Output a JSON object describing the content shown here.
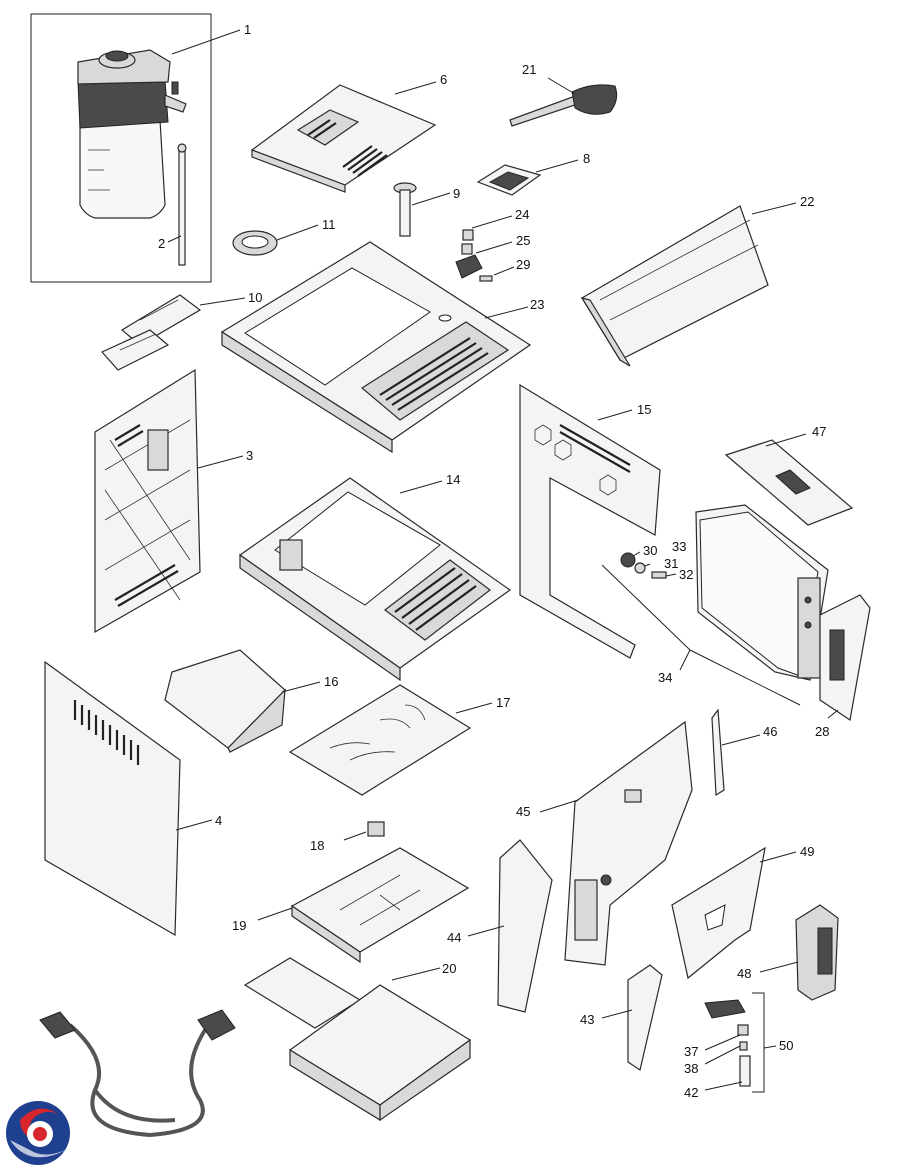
{
  "colors": {
    "line": "#2a2a2a",
    "part_fill": "#f4f4f4",
    "shade": "#d9d9d9",
    "dark": "#4a4a4a",
    "logo_blue": "#1f3f8f",
    "logo_red": "#d9262c"
  },
  "callouts": {
    "p1": "1",
    "p2": "2",
    "p3": "3",
    "p4": "4",
    "p6": "6",
    "p8": "8",
    "p9": "9",
    "p10": "10",
    "p11": "11",
    "p14": "14",
    "p15": "15",
    "p16": "16",
    "p17": "17",
    "p18": "18",
    "p19": "19",
    "p20": "20",
    "p21": "21",
    "p22": "22",
    "p23": "23",
    "p24": "24",
    "p25": "25",
    "p28": "28",
    "p29": "29",
    "p30": "30",
    "p31": "31",
    "p32": "32",
    "p33": "33",
    "p34": "34",
    "p37": "37",
    "p38": "38",
    "p42": "42",
    "p43": "43",
    "p44": "44",
    "p45": "45",
    "p46": "46",
    "p47": "47",
    "p48": "48",
    "p49": "49",
    "p50": "50"
  },
  "icons": {
    "logo": "brand-logo-icon"
  }
}
